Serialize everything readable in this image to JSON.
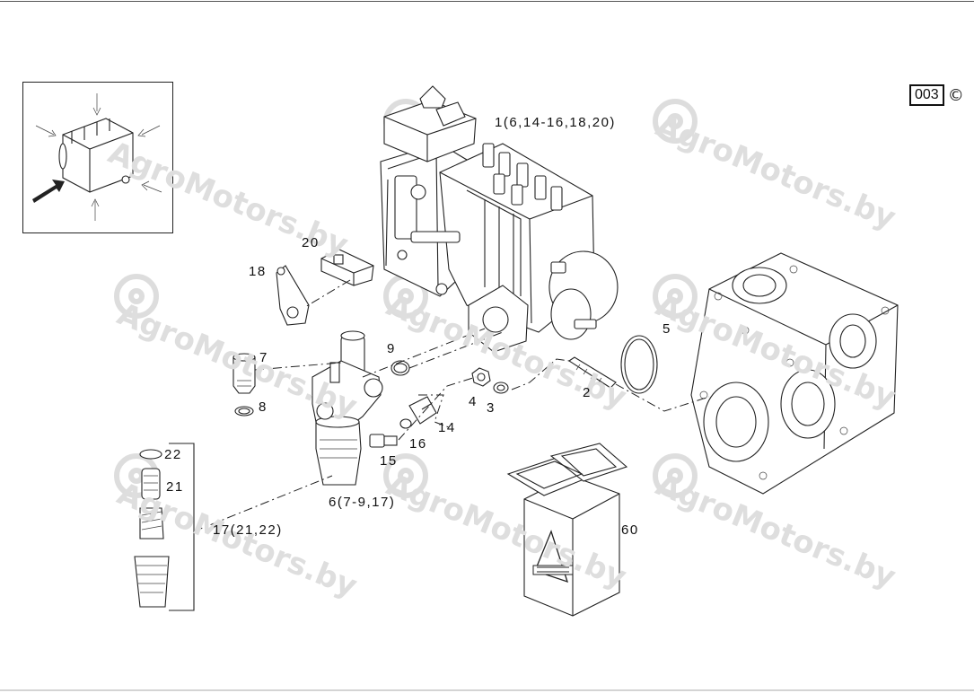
{
  "badge": {
    "code": "003",
    "symbol": "©"
  },
  "watermark": {
    "text": "AgroMotors.by"
  },
  "callouts": [
    {
      "id": "1",
      "text": "1(6,14-16,18,20)"
    },
    {
      "id": "2",
      "text": "2"
    },
    {
      "id": "3",
      "text": "3"
    },
    {
      "id": "4",
      "text": "4"
    },
    {
      "id": "5",
      "text": "5"
    },
    {
      "id": "6",
      "text": "6(7-9,17)"
    },
    {
      "id": "7",
      "text": "7"
    },
    {
      "id": "8",
      "text": "8"
    },
    {
      "id": "9",
      "text": "9"
    },
    {
      "id": "14",
      "text": "14"
    },
    {
      "id": "15",
      "text": "15"
    },
    {
      "id": "16",
      "text": "16"
    },
    {
      "id": "17",
      "text": "17(21,22)"
    },
    {
      "id": "18",
      "text": "18"
    },
    {
      "id": "20",
      "text": "20"
    },
    {
      "id": "21",
      "text": "21"
    },
    {
      "id": "22",
      "text": "22"
    },
    {
      "id": "60",
      "text": "60"
    }
  ]
}
